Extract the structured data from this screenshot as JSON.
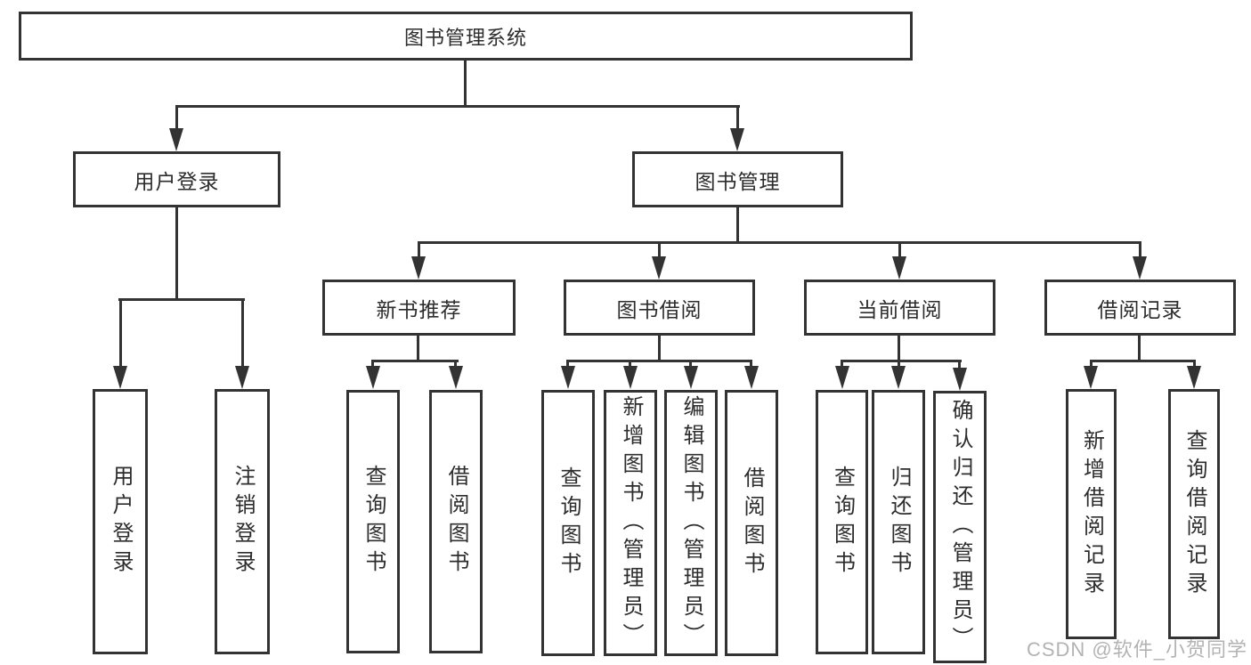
{
  "colors": {
    "line": "#333333",
    "text": "#2d2d2d",
    "watermark": "#b3b3b3",
    "background": "#ffffff"
  },
  "watermark": {
    "text": "CSDN @软件_小贺同学"
  },
  "tree": {
    "label": "图书管理系统",
    "children": [
      {
        "label": "用户登录",
        "children": [
          {
            "label": "用户登录"
          },
          {
            "label": "注销登录"
          }
        ]
      },
      {
        "label": "图书管理",
        "children": [
          {
            "label": "新书推荐",
            "children": [
              {
                "label": "查询图书"
              },
              {
                "label": "借阅图书"
              }
            ]
          },
          {
            "label": "图书借阅",
            "children": [
              {
                "label": "查询图书"
              },
              {
                "label": "新增图书（管理员）"
              },
              {
                "label": "编辑图书（管理员）"
              },
              {
                "label": "借阅图书"
              }
            ]
          },
          {
            "label": "当前借阅",
            "children": [
              {
                "label": "查询图书"
              },
              {
                "label": "归还图书"
              },
              {
                "label": "确认归还（管理员）"
              }
            ]
          },
          {
            "label": "借阅记录",
            "children": [
              {
                "label": "新增借阅记录"
              },
              {
                "label": "查询借阅记录"
              }
            ]
          }
        ]
      }
    ]
  }
}
